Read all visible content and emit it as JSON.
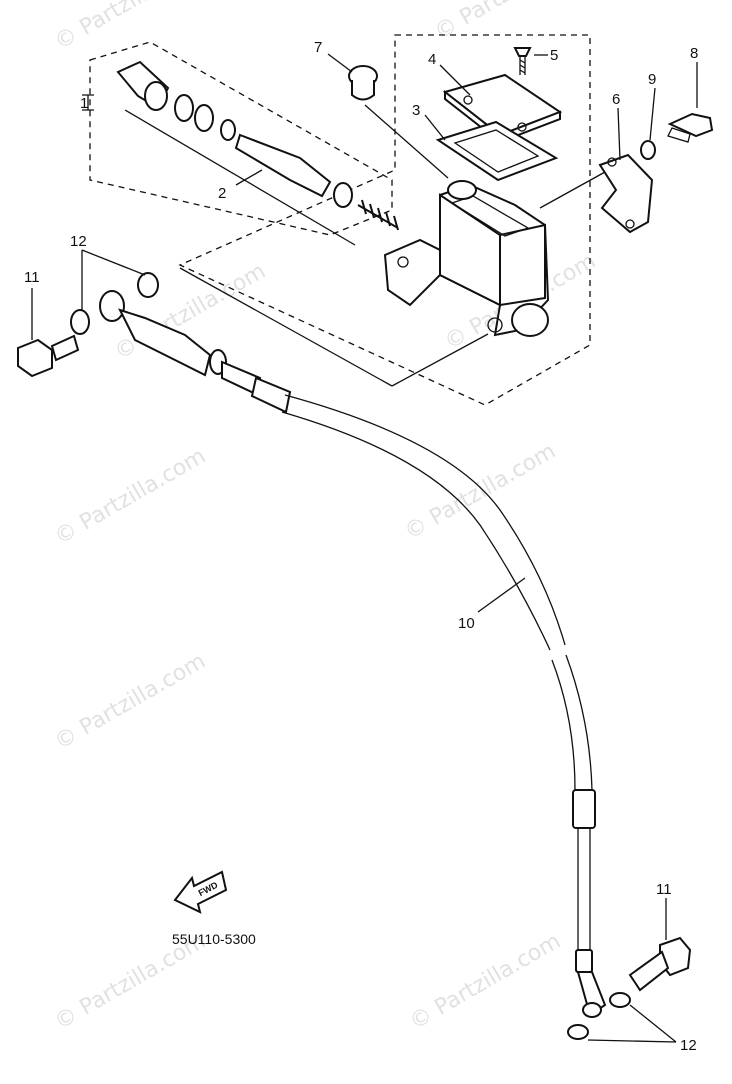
{
  "callouts": {
    "c1": "1",
    "c2": "2",
    "c3": "3",
    "c4": "4",
    "c5": "5",
    "c6": "6",
    "c7": "7",
    "c8": "8",
    "c9": "9",
    "c10": "10",
    "c11a": "11",
    "c11b": "11",
    "c12a": "12",
    "c12b": "12"
  },
  "diagram_code": "55U110-5300",
  "front_arrow_label": "FWD",
  "watermarks": [
    "© Partzilla.com",
    "© Partzilla.com",
    "© Partzilla.com",
    "© Partzilla.com",
    "© Partzilla.com",
    "© Partzilla.com",
    "© Partzilla.com",
    "© Partzilla.com",
    "© Partzilla.com"
  ]
}
